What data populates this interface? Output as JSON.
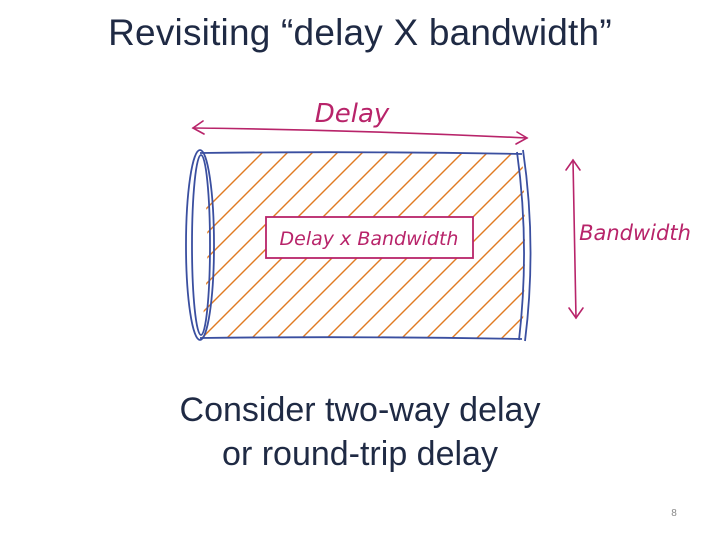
{
  "slide": {
    "title": "Revisiting “delay X bandwidth”",
    "diagram": {
      "delay_label": "Delay",
      "bandwidth_label": "Bandwidth",
      "product_label": "Delay x Bandwidth",
      "stroke_color": "#b8246a",
      "pipe_color": "#3a4fa0",
      "hatch_color": "#e07b22"
    },
    "caption": {
      "line1": "Consider two-way delay",
      "line2": "or round-trip delay"
    },
    "page_number": "8"
  }
}
